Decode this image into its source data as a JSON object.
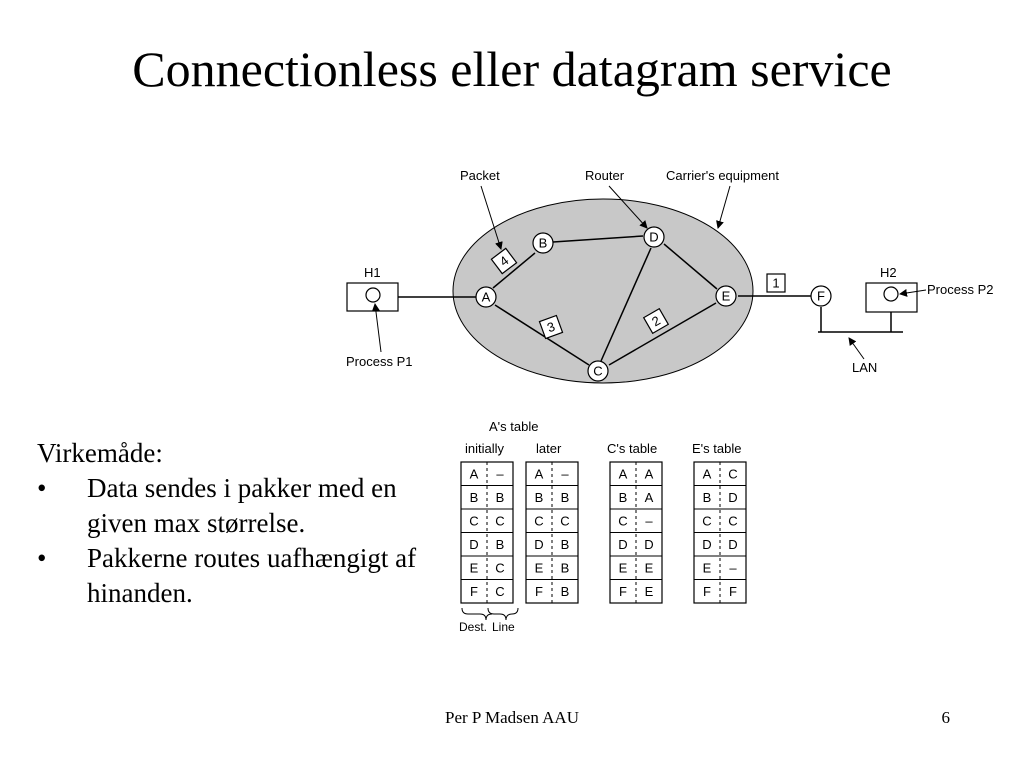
{
  "slide": {
    "title": "Connectionless eller datagram service",
    "footer_author": "Per P Madsen AAU",
    "page_number": "6"
  },
  "diagram": {
    "callouts": {
      "packet": "Packet",
      "router": "Router",
      "carrier": "Carrier's equipment",
      "process_p1": "Process P1",
      "process_p2": "Process P2",
      "lan": "LAN"
    },
    "hosts": {
      "h1": "H1",
      "h2": "H2"
    },
    "nodes": {
      "a": "A",
      "b": "B",
      "c": "C",
      "d": "D",
      "e": "E",
      "f": "F"
    },
    "packets": {
      "p1": "1",
      "p2": "2",
      "p3": "3",
      "p4": "4"
    },
    "color_cloud": "#c8c8c8"
  },
  "tables": {
    "a_table_title": "A's table",
    "initially_title": "initially",
    "later_title": "later",
    "c_table_title": "C's table",
    "e_table_title": "E's table",
    "dest_label": "Dest.",
    "line_label": "Line",
    "initially": [
      [
        "A",
        "–"
      ],
      [
        "B",
        "B"
      ],
      [
        "C",
        "C"
      ],
      [
        "D",
        "B"
      ],
      [
        "E",
        "C"
      ],
      [
        "F",
        "C"
      ]
    ],
    "later": [
      [
        "A",
        "–"
      ],
      [
        "B",
        "B"
      ],
      [
        "C",
        "C"
      ],
      [
        "D",
        "B"
      ],
      [
        "E",
        "B"
      ],
      [
        "F",
        "B"
      ]
    ],
    "c_table": [
      [
        "A",
        "A"
      ],
      [
        "B",
        "A"
      ],
      [
        "C",
        "–"
      ],
      [
        "D",
        "D"
      ],
      [
        "E",
        "E"
      ],
      [
        "F",
        "E"
      ]
    ],
    "e_table": [
      [
        "A",
        "C"
      ],
      [
        "B",
        "D"
      ],
      [
        "C",
        "C"
      ],
      [
        "D",
        "D"
      ],
      [
        "E",
        "–"
      ],
      [
        "F",
        "F"
      ]
    ]
  },
  "body": {
    "heading": "Virkemåde:",
    "bullet_marker": "•",
    "bullets": [
      "Data sendes i pakker med en given max størrelse.",
      "Pakkerne routes uafhængigt af hinanden."
    ]
  }
}
